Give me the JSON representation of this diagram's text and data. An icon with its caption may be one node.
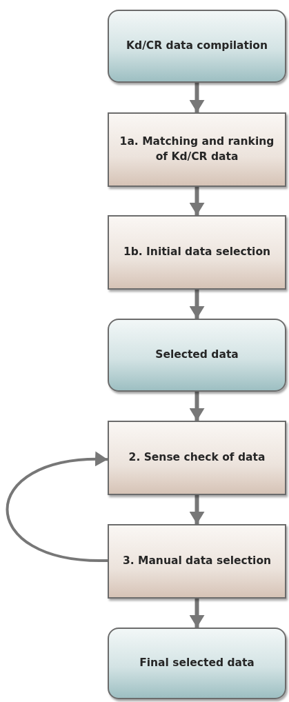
{
  "diagram": {
    "nodes": [
      {
        "text": [
          "Kd/CR data compilation"
        ]
      },
      {
        "text": [
          "1a. Matching and ranking of Kd/CR data"
        ]
      },
      {
        "text": [
          "1b. Initial data selection"
        ]
      },
      {
        "text": [
          "Selected data"
        ]
      },
      {
        "text": [
          "2. Sense check of data"
        ]
      },
      {
        "text": [
          "3. Manual data selection"
        ]
      },
      {
        "text": [
          "Final selected data"
        ]
      }
    ],
    "edges": [
      {
        "from": 0,
        "to": 1,
        "arrow": "to"
      },
      {
        "from": 1,
        "to": 2,
        "arrow": "to"
      },
      {
        "from": 2,
        "to": 3,
        "arrow": "to"
      },
      {
        "from": 3,
        "to": 4,
        "arrow": "to"
      },
      {
        "from": 4,
        "to": 5,
        "arrow": "to"
      },
      {
        "from": 5,
        "to": 6,
        "arrow": "to"
      },
      {
        "from": 5,
        "to": 4,
        "arrow": "to"
      }
    ]
  }
}
